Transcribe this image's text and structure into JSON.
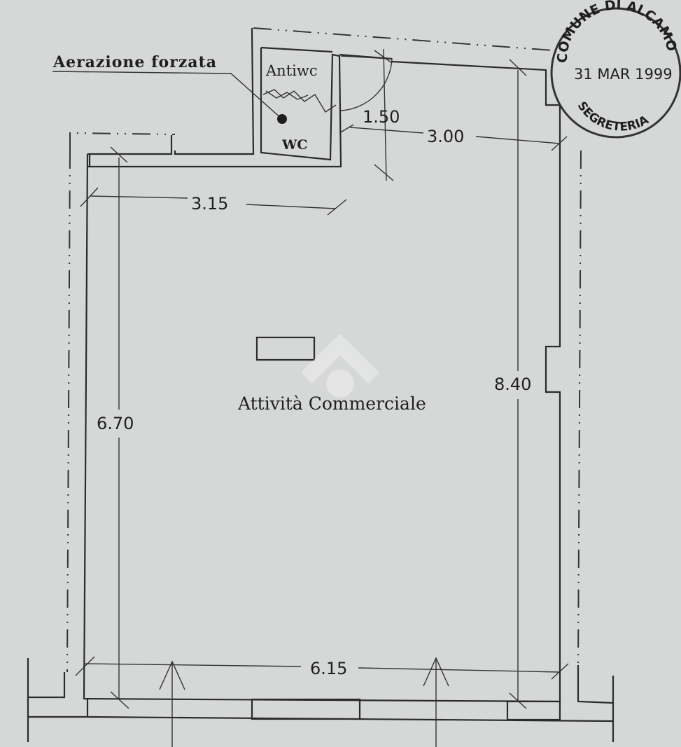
{
  "labels": {
    "aerazione": "Aerazione forzata",
    "antiwc": "Antiwc",
    "wc": "WC",
    "room": "Attività Commerciale"
  },
  "dimensions": {
    "d_150": "1.50",
    "d_300": "3.00",
    "d_315": "3.15",
    "d_840": "8.40",
    "d_670": "6.70",
    "d_615": "6.15"
  },
  "stamp": {
    "top_text": "COMUNE DI ALCAMO",
    "date": "31 MAR 1999",
    "bottom_text": "SEGRETERIA"
  },
  "colors": {
    "paper": "#d6d8d7",
    "ink": "#2b2b2b"
  }
}
